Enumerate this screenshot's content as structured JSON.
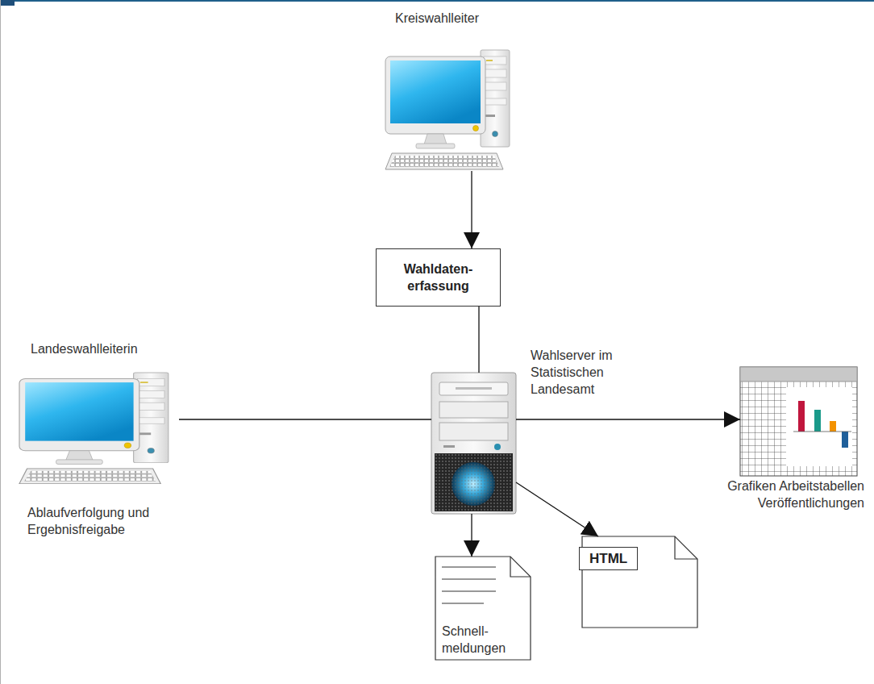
{
  "diagram": {
    "nodes": [
      {
        "text": [
          "Kreiswahlleiter"
        ]
      },
      {
        "text": [
          "Wahldaten- erfassung"
        ]
      },
      {
        "text": [
          "Landeswahlleiterin",
          "Ablaufverfolgung und Ergebnisfreigabe"
        ]
      },
      {
        "text": [
          "Wahlserver im Statistischen Landesamt"
        ]
      },
      {
        "text": [
          "Grafiken Arbeitstabellen Veröffentlichungen"
        ]
      },
      {
        "text": [
          "Schnell- meldungen"
        ]
      },
      {
        "text": [
          "HTML"
        ]
      }
    ],
    "edges": [
      {
        "from": 0,
        "to": 1,
        "arrow": "to"
      },
      {
        "from": 1,
        "to": 3,
        "arrow": "none"
      },
      {
        "from": 2,
        "to": 3,
        "arrow": "none"
      },
      {
        "from": 3,
        "to": 4,
        "arrow": "to"
      },
      {
        "from": 3,
        "to": 5,
        "arrow": "to"
      },
      {
        "from": 3,
        "to": 6,
        "arrow": "to"
      }
    ]
  }
}
